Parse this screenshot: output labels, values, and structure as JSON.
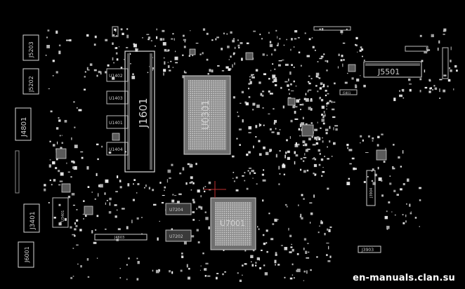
{
  "diagram": {
    "labels": {
      "j5203": "J5203",
      "j5202": "J5202",
      "j4801": "J4801",
      "j3401": "J3401",
      "j6001": "J6001",
      "u3401": "U3401",
      "j1601": "J1601",
      "u1402": "U1402",
      "u1403": "U1403",
      "u1401": "U1401",
      "u1404": "U1404",
      "u0301": "U0301",
      "u7001": "U7001",
      "u7204": "U7204",
      "u7202": "U7202",
      "j4603": "J4603",
      "j5501": "J5501",
      "j5801": "J5801",
      "j3904": "J3904",
      "j3903": "J3903"
    }
  },
  "watermark": "en-manuals.clan.su"
}
